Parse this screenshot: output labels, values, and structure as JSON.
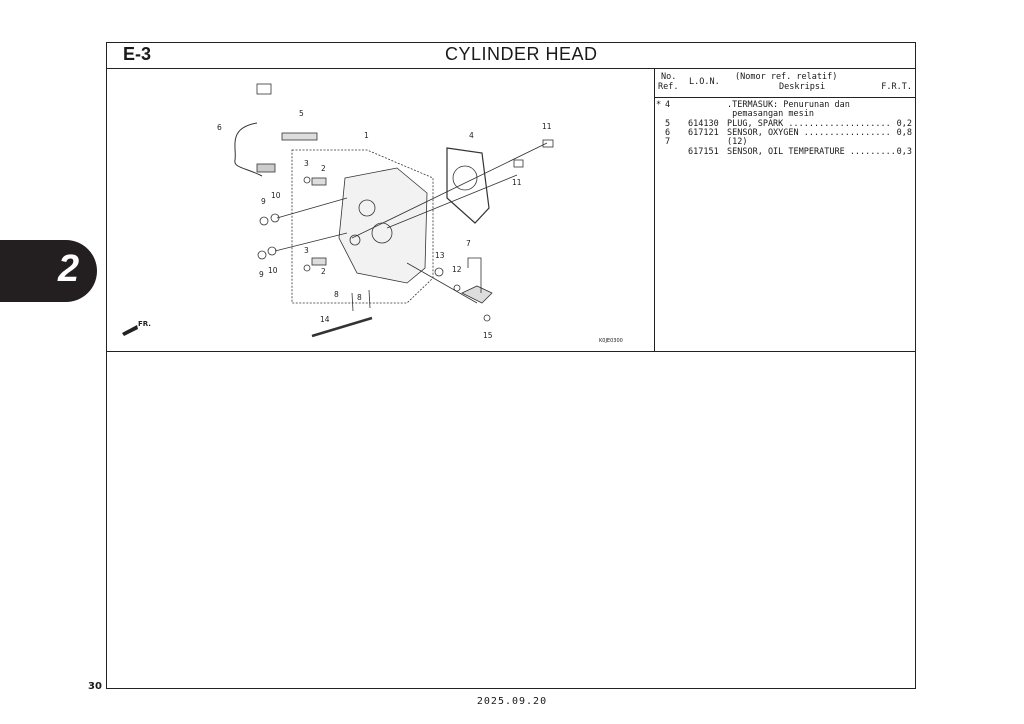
{
  "header": {
    "section_code": "E-3",
    "title": "CYLINDER HEAD"
  },
  "side_tab": {
    "label": "2"
  },
  "diagram": {
    "callouts": [
      "1",
      "2",
      "2",
      "3",
      "3",
      "4",
      "5",
      "6",
      "7",
      "8",
      "8",
      "9",
      "9",
      "10",
      "10",
      "11",
      "11",
      "12",
      "13",
      "14",
      "15"
    ],
    "front_label": "FR.",
    "figure_code": "K0JE0300"
  },
  "parts_list": {
    "headers": {
      "ref_no": "No.",
      "ref": "Ref.",
      "lon": "L.O.N.",
      "desc_top": "(Nomor ref. relatif)",
      "desc": "Deskripsi",
      "frt": "F.R.T."
    },
    "rows": [
      {
        "mark": "*",
        "ref": "4",
        "lon": "",
        "desc": ".TERMASUK: Penurunan dan",
        "frt": ""
      },
      {
        "mark": "",
        "ref": "",
        "lon": "",
        "desc": " pemasangan mesin",
        "frt": ""
      },
      {
        "mark": "",
        "ref": "5",
        "lon": "614130",
        "desc": "PLUG, SPARK ....................",
        "frt": "0,2"
      },
      {
        "mark": "",
        "ref": "6",
        "lon": "617121",
        "desc": "SENSOR, OXYGEN .................",
        "frt": "0,8"
      },
      {
        "mark": "",
        "ref": "7",
        "lon": "",
        "desc": "(12)",
        "frt": ""
      },
      {
        "mark": "",
        "ref": "",
        "lon": "617151",
        "desc": "SENSOR, OIL TEMPERATURE .........",
        "frt": "0,3"
      }
    ]
  },
  "footer": {
    "page_number": "30",
    "date": "2025.09.20"
  }
}
